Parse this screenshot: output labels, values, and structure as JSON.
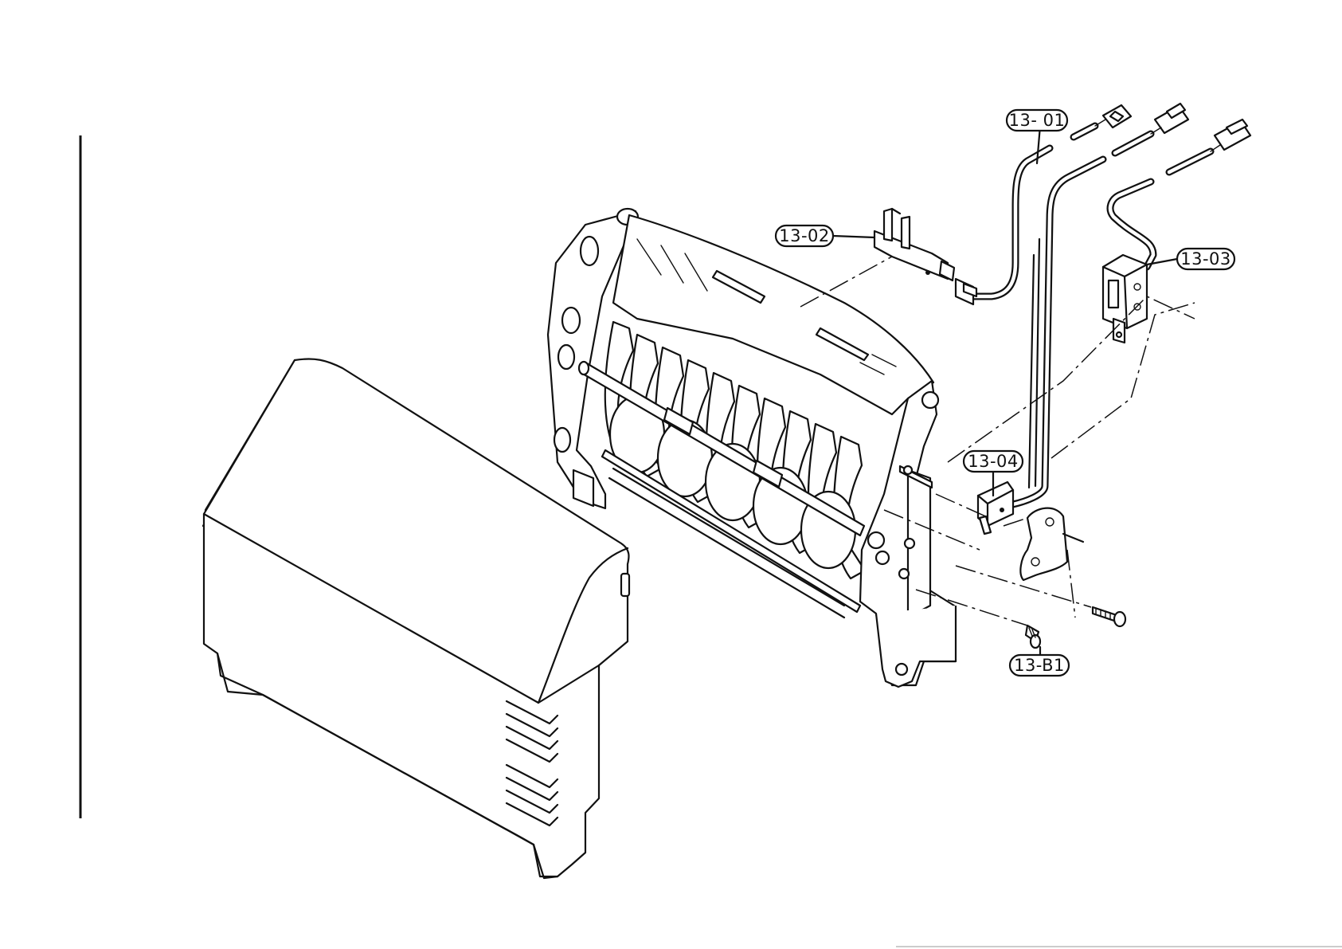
{
  "callouts": {
    "c13_01": "13- 01",
    "c13_02": "13-02",
    "c13_03": "13-03",
    "c13_04": "13-04",
    "c13_b1": "13-B1"
  },
  "colors": {
    "ink": "#111111",
    "paper": "#ffffff"
  }
}
